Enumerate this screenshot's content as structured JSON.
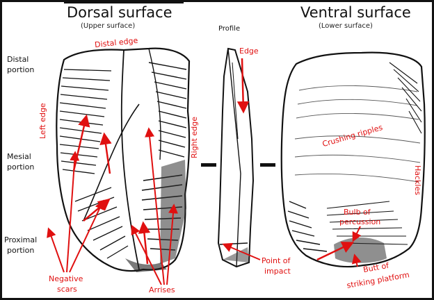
{
  "colors": {
    "annotation": "#e01010",
    "ink": "#111111",
    "border": "#111111"
  },
  "headings": {
    "dorsal": "Dorsal surface",
    "dorsal_sub": "(Upper surface)",
    "profile": "Profile",
    "ventral": "Ventral surface",
    "ventral_sub": "(Lower surface)"
  },
  "portions": {
    "distal_1": "Distal",
    "distal_2": "portion",
    "mesial_1": "Mesial",
    "mesial_2": "portion",
    "proximal_1": "Proximal",
    "proximal_2": "portion"
  },
  "annotations": {
    "distal_edge": "Distal edge",
    "left_edge": "Left edge",
    "right_edge": "Right edge",
    "edge": "Edge",
    "negative_scars_1": "Negative",
    "negative_scars_2": "scars",
    "arrises": "Arrises",
    "point_of_impact_1": "Point of",
    "point_of_impact_2": "impact",
    "crushing_ripples": "Crushing ripples",
    "bulb_1": "Bulb of",
    "bulb_2": "percussion",
    "butt_1": "Butt of",
    "butt_2": "striking platform",
    "hackles": "Hackles"
  }
}
